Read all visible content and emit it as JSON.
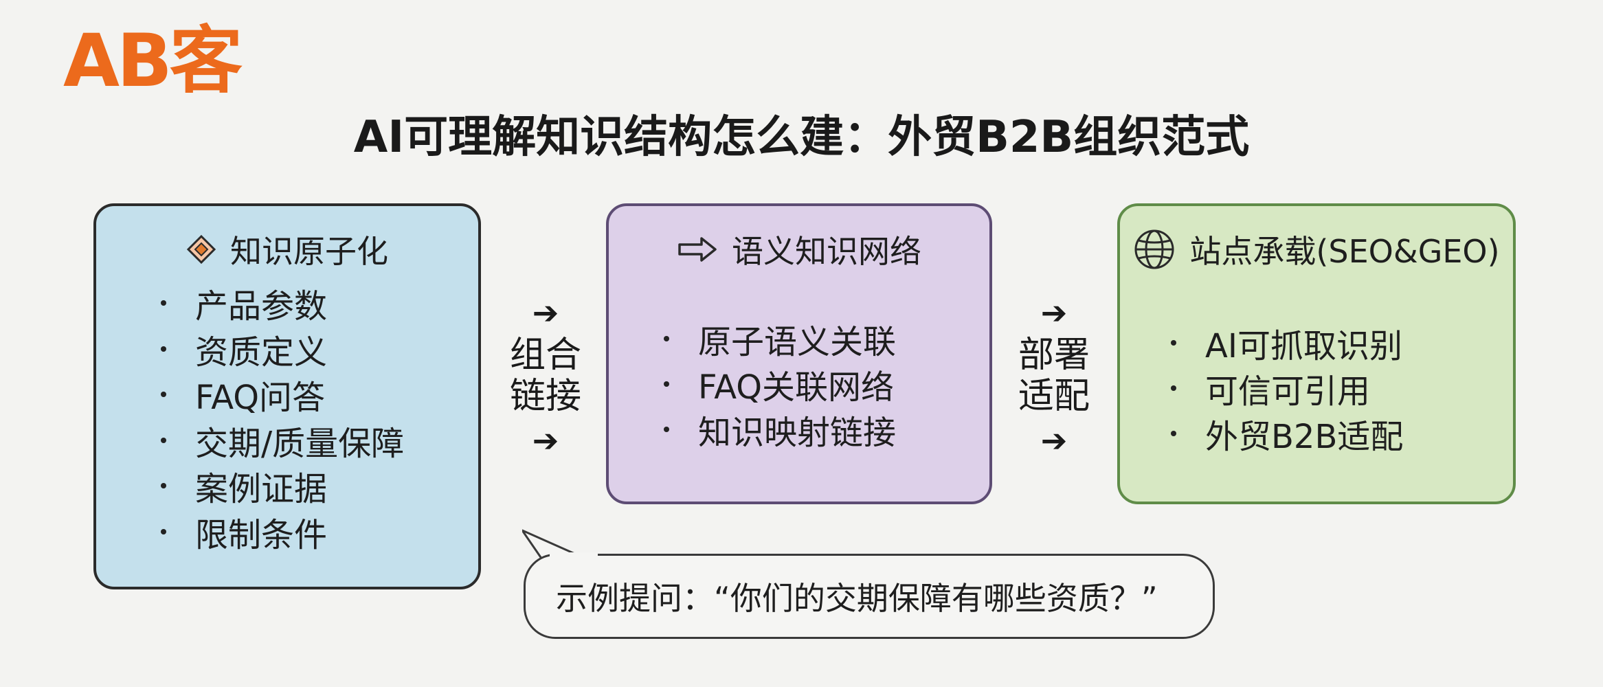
{
  "logo": {
    "text": "AB客"
  },
  "title": "AI可理解知识结构怎么建：外贸B2B组织范式",
  "colors": {
    "logo": "#ec6a1c",
    "box1_bg": "#c4e0ec",
    "box2_bg": "#ddd0e9",
    "box3_bg": "#d7e8c3"
  },
  "boxes": [
    {
      "icon": "diamond-icon",
      "title": "知识原子化",
      "items": [
        "产品参数",
        "资质定义",
        "FAQ问答",
        "交期/质量保障",
        "案例证据",
        "限制条件"
      ]
    },
    {
      "icon": "arrow-outline-icon",
      "title": "语义知识网络",
      "items": [
        "原子语义关联",
        "FAQ关联网络",
        "知识映射链接"
      ]
    },
    {
      "icon": "globe-icon",
      "title": "站点承载(SEO&GEO)",
      "items": [
        "AI可抓取识别",
        "可信可引用",
        "外贸B2B适配"
      ]
    }
  ],
  "connectors": [
    {
      "label_line1": "组合",
      "label_line2": "链接",
      "arrow": "➔"
    },
    {
      "label_line1": "部署",
      "label_line2": "适配",
      "arrow": "➔"
    }
  ],
  "example": {
    "text": "示例提问：“你们的交期保障有哪些资质？”"
  }
}
